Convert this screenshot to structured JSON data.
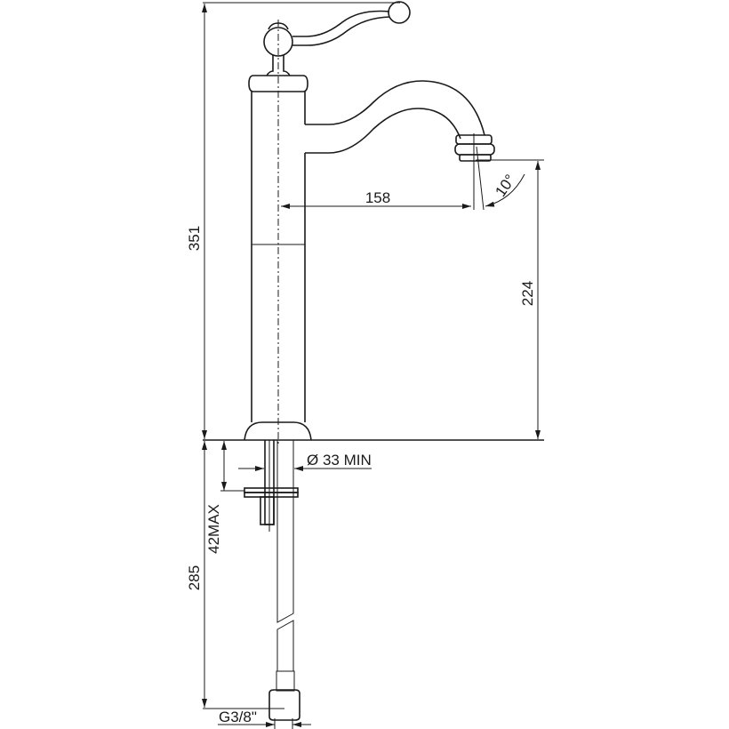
{
  "drawing": {
    "title": "Faucet technical drawing",
    "dimensions": {
      "total_height": "351",
      "spout_reach": "158",
      "spout_angle": "10°",
      "spout_height": "224",
      "hole_diameter": "Ø 33 MIN",
      "deck_thickness": "42MAX",
      "hose_length": "285",
      "connection_thread": "G3/8\""
    },
    "colors": {
      "line": "#1a1a1a",
      "background": "#ffffff"
    }
  }
}
